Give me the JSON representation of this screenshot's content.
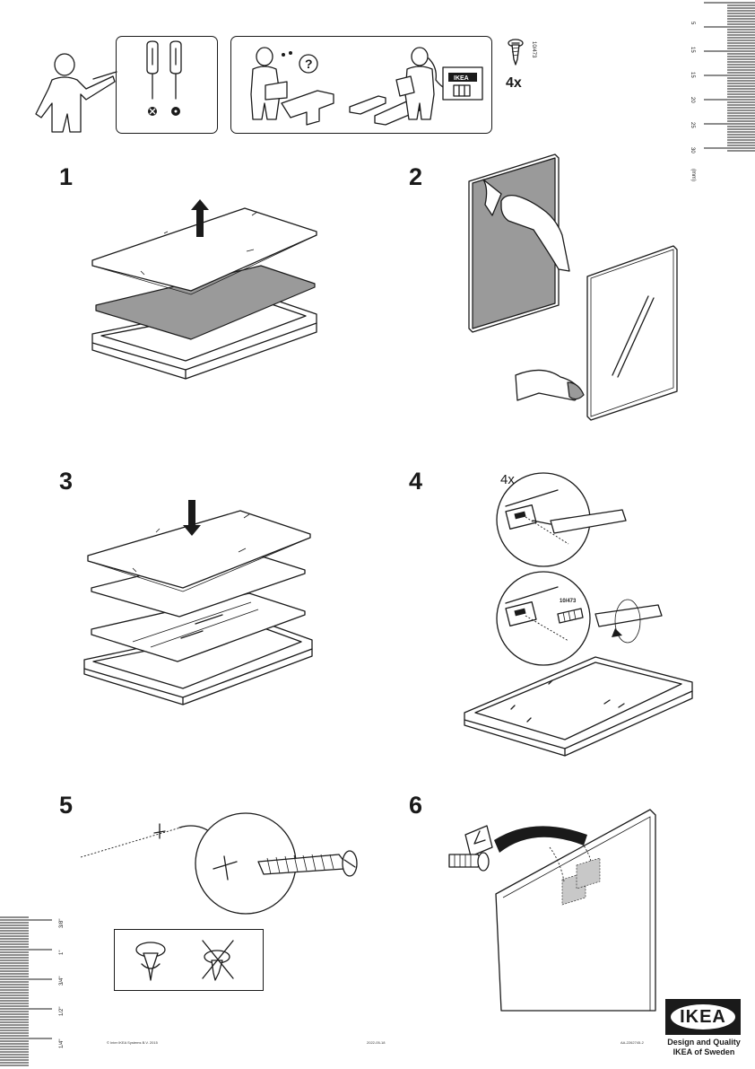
{
  "header": {
    "hardware_label": "10/473",
    "hardware_qty": "4x"
  },
  "ruler_right": {
    "unit": "(mm)",
    "ticks": [
      "5",
      "15",
      "15",
      "20",
      "25",
      "30"
    ]
  },
  "ruler_left": {
    "ticks": [
      "3/8\"",
      "1\"",
      "3/4\"",
      "1/2\"",
      "1/4\""
    ]
  },
  "steps": [
    "1",
    "2",
    "3",
    "4",
    "5",
    "6"
  ],
  "step4": {
    "qty": "4x",
    "screw_label": "10/473"
  },
  "footer": {
    "copyright": "© Inter IKEA Systems B.V. 2015",
    "date": "2022-05-18",
    "doc_id": "AA-2262745-2",
    "tagline_1": "Design and Quality",
    "tagline_2": "IKEA of Sweden",
    "logo_text": "IKEA"
  },
  "colors": {
    "ink": "#1a1a1a",
    "panel_gray": "#9a9a9a",
    "logo_blue": "#1a1a1a"
  }
}
